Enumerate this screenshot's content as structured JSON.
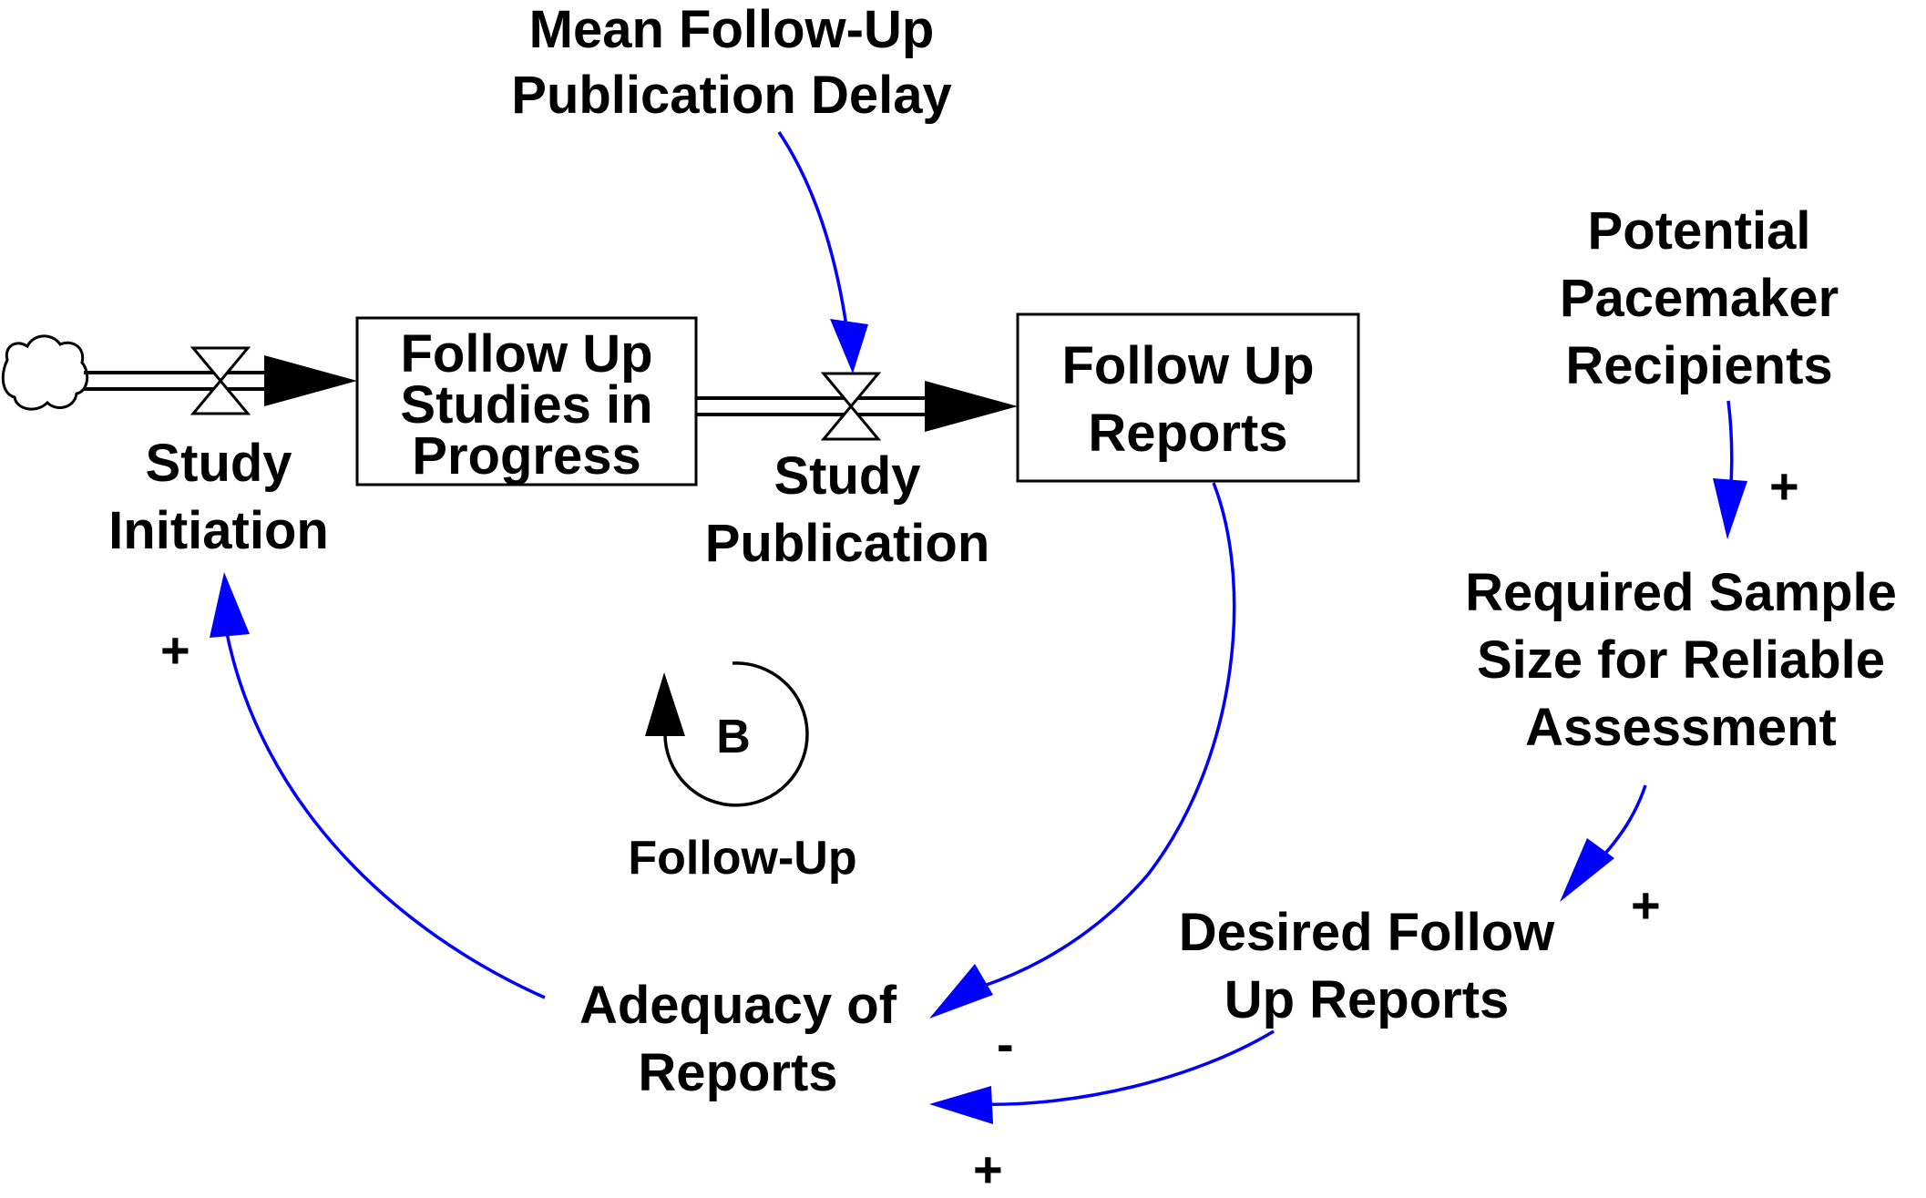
{
  "variables": {
    "mean_delay": [
      "Mean Follow-Up",
      "Publication Delay"
    ],
    "potential_recipients": [
      "Potential",
      "Pacemaker",
      "Recipients"
    ],
    "required_sample": [
      "Required Sample",
      "Size for Reliable",
      "Assessment"
    ],
    "desired_reports": [
      "Desired Follow",
      "Up Reports"
    ],
    "adequacy": [
      "Adequacy of",
      "Reports"
    ]
  },
  "stocks": {
    "studies_in_progress": [
      "Follow Up",
      "Studies in",
      "Progress"
    ],
    "follow_up_reports": [
      "Follow Up",
      "Reports"
    ]
  },
  "flows": {
    "study_initiation": [
      "Study",
      "Initiation"
    ],
    "study_publication": [
      "Study",
      "Publication"
    ]
  },
  "loop": {
    "symbol": "B",
    "name": "Follow-Up"
  },
  "polarities": {
    "recipients_to_sample": "+",
    "sample_to_desired": "+",
    "desired_to_adequacy": "+",
    "reports_to_adequacy": "-",
    "adequacy_to_initiation": "+"
  },
  "colors": {
    "link": "#0000ff",
    "stock_outline": "#000000",
    "text": "#000000"
  }
}
